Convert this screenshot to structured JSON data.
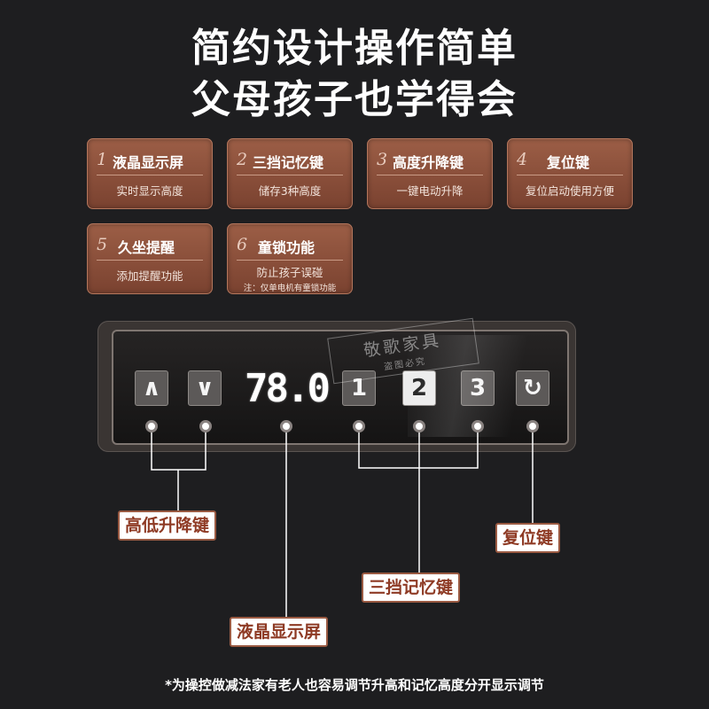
{
  "headline": {
    "line1": "简约设计操作简单",
    "line2": "父母孩子也学得会"
  },
  "features": [
    {
      "num": "1",
      "title": "液晶显示屏",
      "sub": "实时显示高度"
    },
    {
      "num": "2",
      "title": "三挡记忆键",
      "sub": "储存3种高度"
    },
    {
      "num": "3",
      "title": "高度升降键",
      "sub": "一键电动升降"
    },
    {
      "num": "4",
      "title": "复位键",
      "sub": "复位启动使用方便"
    },
    {
      "num": "5",
      "title": "久坐提醒",
      "sub": "添加提醒功能"
    },
    {
      "num": "6",
      "title": "童锁功能",
      "sub": "防止孩子误碰",
      "note": "注：仅单电机有童锁功能"
    }
  ],
  "panel": {
    "up": "∧",
    "down": "∨",
    "display": "78.0",
    "mem1": "1",
    "mem2": "2",
    "mem3": "3",
    "reset": "↻"
  },
  "watermark": {
    "line1": "敬歌家具",
    "line2": "盗图必究"
  },
  "callouts": {
    "updown": "高低升降键",
    "reset": "复位键",
    "memory": "三挡记忆键",
    "lcd": "液晶显示屏"
  },
  "footer": "*为操控做减法家有老人也容易调节升高和记忆高度分开显示调节",
  "colors": {
    "background": "#1e1e20",
    "card": "#8a4e38",
    "label_text": "#8e3a24"
  }
}
